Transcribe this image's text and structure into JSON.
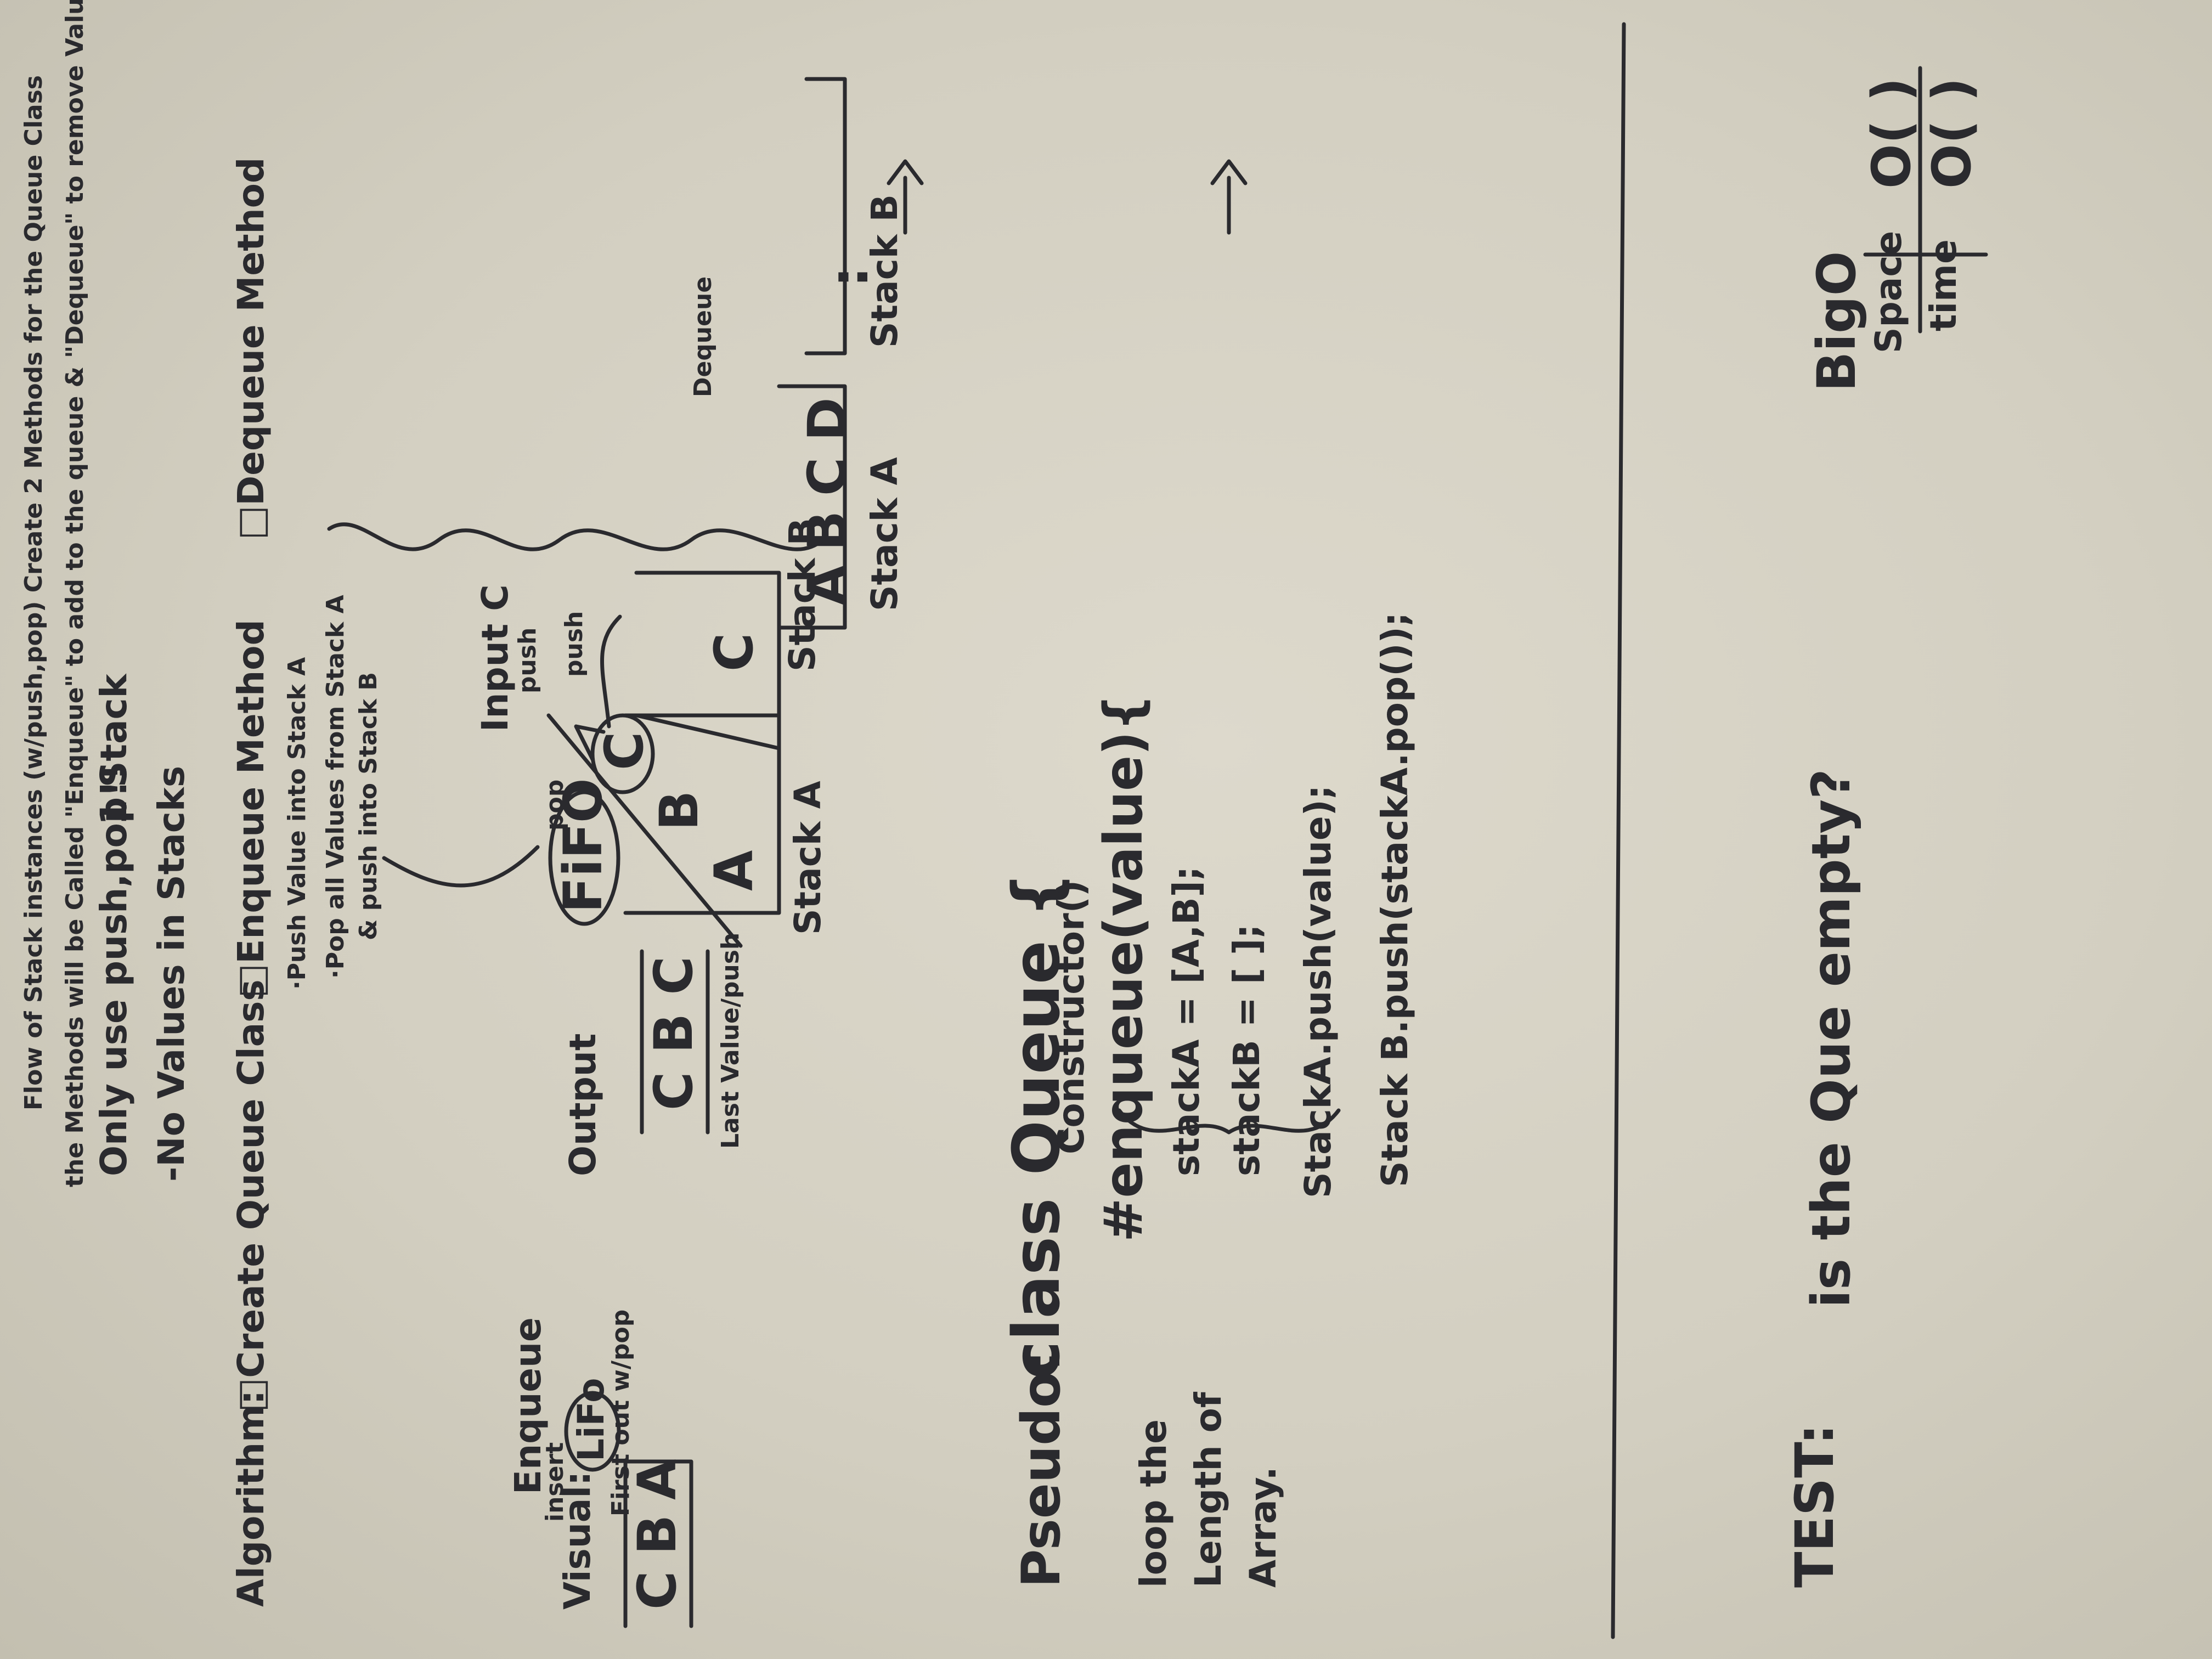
{
  "header": {
    "line1": "Flow of Stack instances (w/push,pop) Create 2 Methods for the Queue Class",
    "line2": "the Methods will be Called \"Enqueue\" to add to the queue & \"Dequeue\" to remove Values from the queue.",
    "only_use": "Only use push,pop!!",
    "one_stack": "1 Stack",
    "no_values": "-No Values in Stacks"
  },
  "algorithm": {
    "label": "Algorithm:",
    "step1": "□Create Queue Class",
    "step2": "□Enqueue Method",
    "sub1": "·Push Value into Stack A",
    "sub2": "·Pop all Values from Stack A",
    "sub3": "& push into Stack B",
    "step3": "□Dequeue Method"
  },
  "visual": {
    "label": "Visual:",
    "stack_items": [
      "C",
      "B",
      "A"
    ],
    "lifo": "LiFo",
    "insert": "insert",
    "enqueue": "Enqueue",
    "first_out": "First out w/pop",
    "output": "Output",
    "fifo": "FiFO",
    "output_seq": "C B C",
    "last_value": "Last Value/push",
    "input_c": "Input C",
    "push_small": "push",
    "pop_small": "pop",
    "push_arrow": "push",
    "stack_a_items": [
      "C",
      "B",
      "A"
    ],
    "stack_a_label": "Stack A",
    "stack_b_items": [
      "C"
    ],
    "stack_b_label": "Stack B",
    "dequeue_label": "Dequeue",
    "dq_a_items": [
      "D",
      "C",
      "B",
      "A"
    ],
    "dq_a_label": "Stack A",
    "dq_b_label": "Stack B",
    "dq_b_dots": ":"
  },
  "pseudo": {
    "label": "Pseudo:",
    "class_line": "class Queue {",
    "constructor": "Constructor()",
    "enqueue": "#enqueue(value){",
    "stack_a": "stackA = [A,B];",
    "stack_b": "stackB = [ ];",
    "push_a": "StackA.push(value);",
    "push_b": "Stack B.push(stackA.pop());",
    "loop": [
      "loop the",
      "Length of",
      "Array."
    ]
  },
  "big_o": {
    "label": "BigO",
    "space": "Space",
    "time": "time",
    "space_val": "O( )",
    "time_val": "O( )"
  },
  "test": {
    "label": "TEST:",
    "question": "is the Que empty?"
  }
}
